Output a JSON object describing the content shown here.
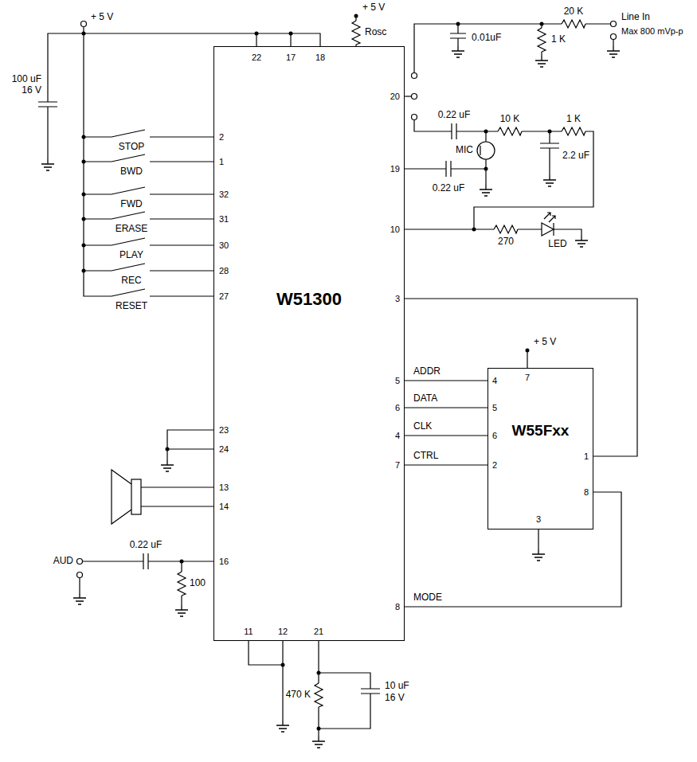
{
  "diagram": {
    "nodes": [
      {
        "text": [
          "W51300"
        ]
      },
      {
        "text": [
          "W55Fxx"
        ]
      }
    ],
    "edges": [
      {
        "from": 0,
        "to": 1,
        "arrow": "none",
        "label": "ADDR"
      },
      {
        "from": 0,
        "to": 1,
        "arrow": "none",
        "label": "DATA"
      },
      {
        "from": 0,
        "to": 1,
        "arrow": "none",
        "label": "CLK"
      },
      {
        "from": 0,
        "to": 1,
        "arrow": "none",
        "label": "CTRL"
      },
      {
        "from": 0,
        "to": 1,
        "arrow": "none"
      },
      {
        "from": 0,
        "to": 1,
        "arrow": "none",
        "label": "MODE"
      }
    ],
    "labels": [
      "+ 5 V",
      "100 uF",
      "16 V",
      "STOP",
      "BWD",
      "FWD",
      "ERASE",
      "PLAY",
      "REC",
      "RESET",
      "2",
      "1",
      "32",
      "31",
      "30",
      "28",
      "27",
      "23",
      "24",
      "13",
      "14",
      "16",
      "22",
      "17",
      "18",
      "+ 5 V",
      "Rosc",
      "20",
      "19",
      "10",
      "3",
      "5",
      "6",
      "4",
      "7",
      "8",
      "0.01uF",
      "1 K",
      "20 K",
      "Line In",
      "Max 800 mVp-p",
      "0.22 uF",
      "10 K",
      "1 K",
      "2.2 uF",
      "MIC",
      "0.22 uF",
      "270",
      "LED",
      "+ 5 V",
      "7",
      "4",
      "5",
      "6",
      "2",
      "1",
      "8",
      "3",
      "AUD",
      "0.22 uF",
      "100",
      "11",
      "12",
      "21",
      "470 K",
      "10 uF",
      "16 V"
    ]
  }
}
